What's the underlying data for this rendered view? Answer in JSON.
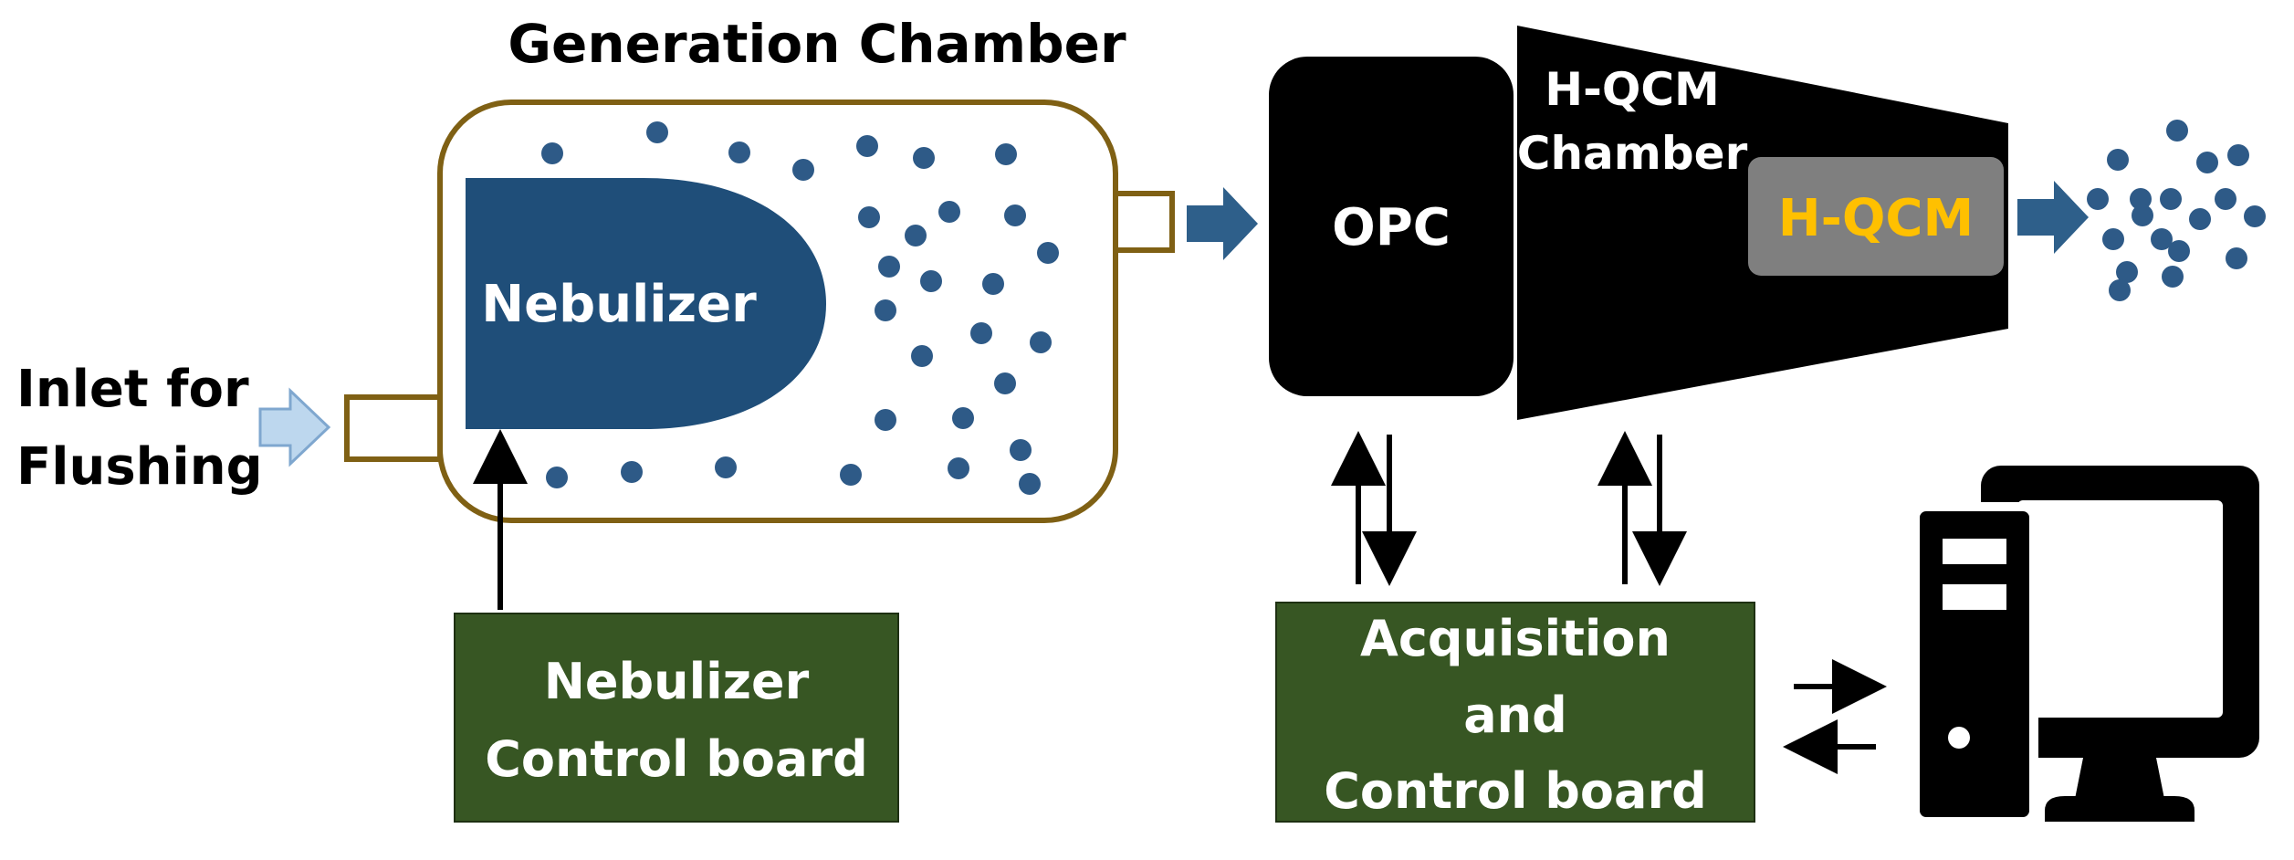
{
  "labels": {
    "generation_chamber": "Generation Chamber",
    "nebulizer": "Nebulizer",
    "inlet_line1": "Inlet for",
    "inlet_line2": "Flushing",
    "opc": "OPC",
    "hqcm_chamber_line1": "H-QCM",
    "hqcm_chamber_line2": "Chamber",
    "hqcm": "H-QCM",
    "nebulizer_board_line1": "Nebulizer",
    "nebulizer_board_line2": "Control board",
    "acq_board_line1": "Acquisition",
    "acq_board_line2": "and",
    "acq_board_line3": "Control board"
  },
  "colors": {
    "chamber_border": "#7f6014",
    "nebulizer_fill": "#1f4e79",
    "particle": "#2e5a87",
    "board_fill": "#375623",
    "hqcm_fill": "#7f7f7f",
    "hqcm_text": "#ffc000",
    "flow_arrow": "#2e5f8a",
    "inlet_arrow": "#bdd7ee"
  },
  "icons": [
    "computer-icon"
  ]
}
